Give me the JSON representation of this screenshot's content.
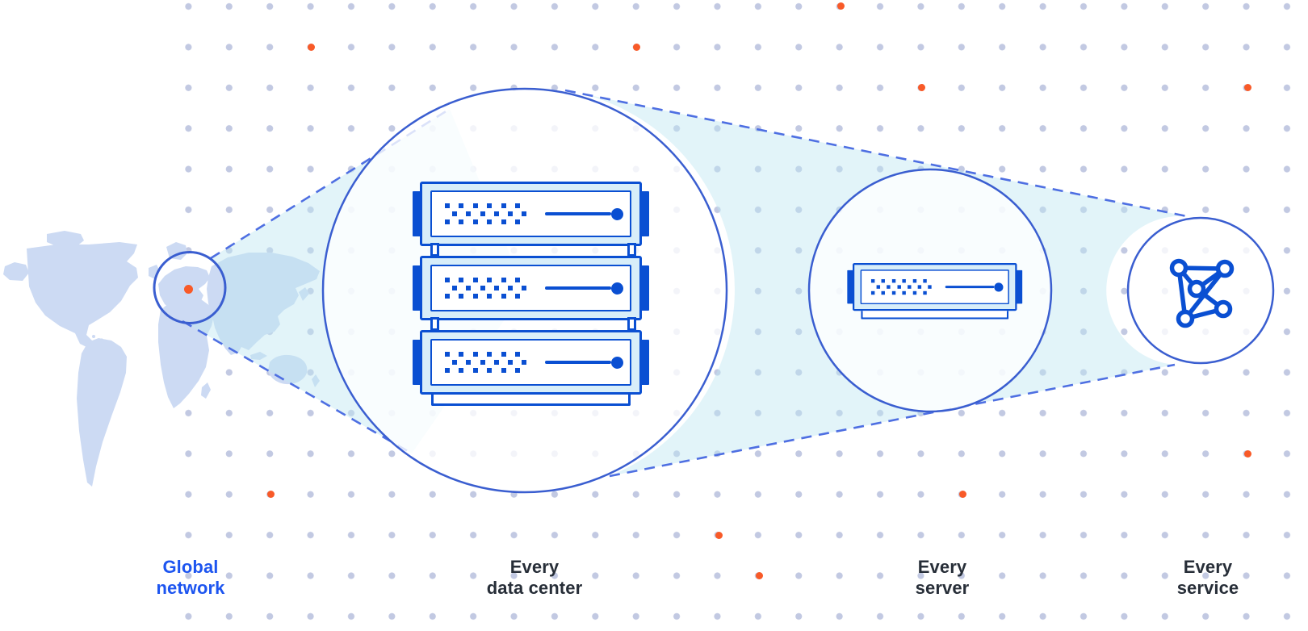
{
  "figure": {
    "type": "zoom-progression-diagram",
    "stages": [
      {
        "id": "global-network",
        "label_lines": [
          "Global",
          "network"
        ],
        "label_color": "#1D55F0",
        "icon": "world-map-focus-circle"
      },
      {
        "id": "every-data-center",
        "label_lines": [
          "Every",
          "data center"
        ],
        "label_color": "#272E38",
        "icon": "server-rack-three-units"
      },
      {
        "id": "every-server",
        "label_lines": [
          "Every",
          "server"
        ],
        "label_color": "#272E38",
        "icon": "server-single-unit"
      },
      {
        "id": "every-service",
        "label_lines": [
          "Every",
          "service"
        ],
        "label_color": "#272E38",
        "icon": "mesh-network-icon"
      }
    ],
    "icons": {
      "world-map-focus-circle": "circle-outline-over-map",
      "server-rack-three-units": "three-stacked-server-slabs",
      "server-single-unit": "single-server-slab",
      "mesh-network-icon": "five-connected-node-graph",
      "server-led": "filled-circle",
      "accent-dot": "filled-circle"
    },
    "colors": {
      "primary_blue": "#0A4FD2",
      "circle_outline_blue": "#3A5ED0",
      "dashed_line_blue": "#4E6FE2",
      "server_fill_light_blue": "#D8EEF9",
      "cone_fill_cyan": "#E2F3F9",
      "map_fill": "#CCDAF3",
      "grid_dot": "#C2C9E2",
      "accent_orange": "#F85A28",
      "label_dark": "#272E38",
      "label_blue": "#1D55F0",
      "background": "#FFFFFF"
    }
  }
}
